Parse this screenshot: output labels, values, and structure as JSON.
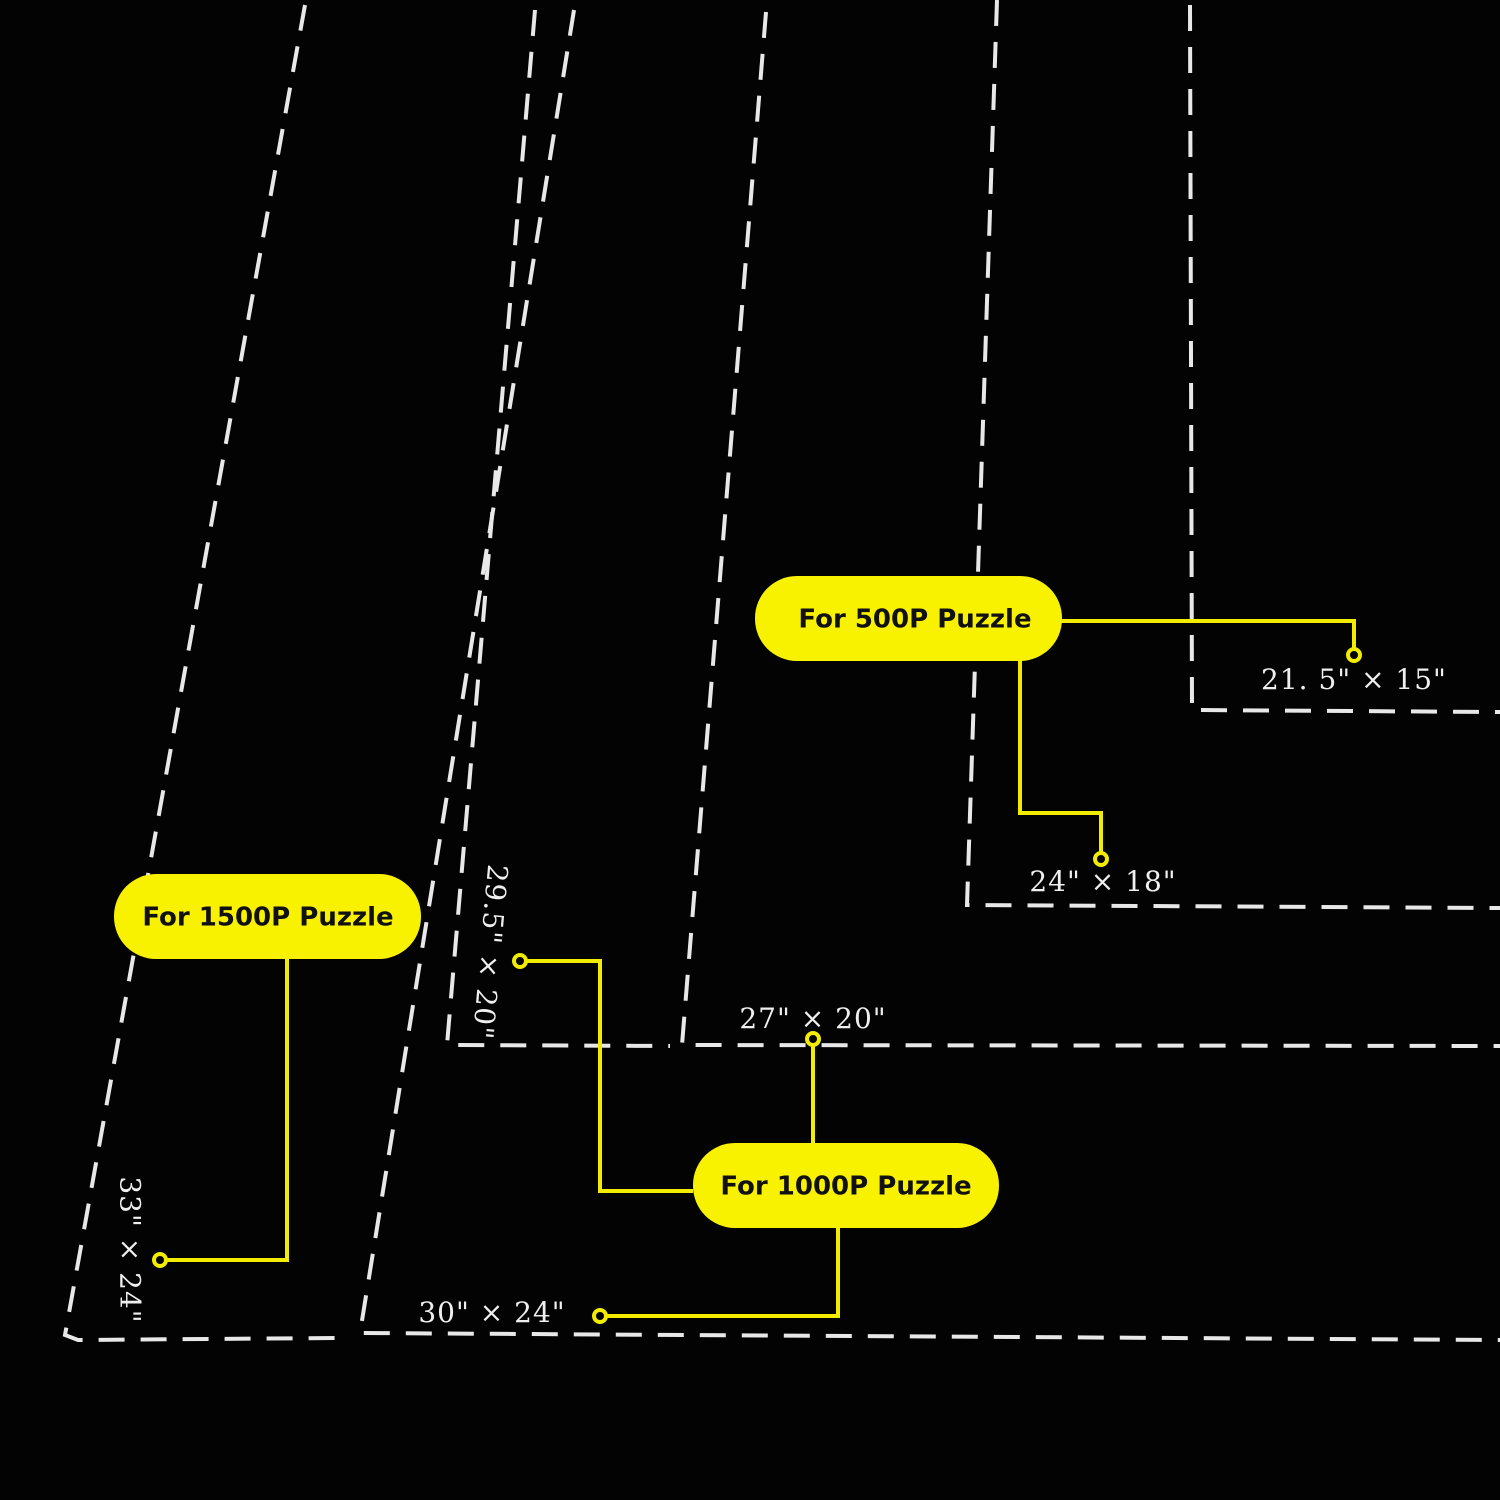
{
  "colors": {
    "background": "#030303",
    "outline": "#e8e8e8",
    "callout": "#f8f100",
    "callout_text": "#111111"
  },
  "callouts": {
    "p1500": {
      "label": "For 1500P Puzzle"
    },
    "p1000": {
      "label": "For 1000P Puzzle"
    },
    "p500": {
      "label": "For 500P Puzzle"
    }
  },
  "dimensions": {
    "d33x24": "33\" × 24\"",
    "d30x24": "30\" × 24\"",
    "d295x20": "29.5\" × 20\"",
    "d27x20": "27\" × 20\"",
    "d24x18": "24\" × 18\"",
    "d215x15": "21. 5\" × 15\""
  }
}
